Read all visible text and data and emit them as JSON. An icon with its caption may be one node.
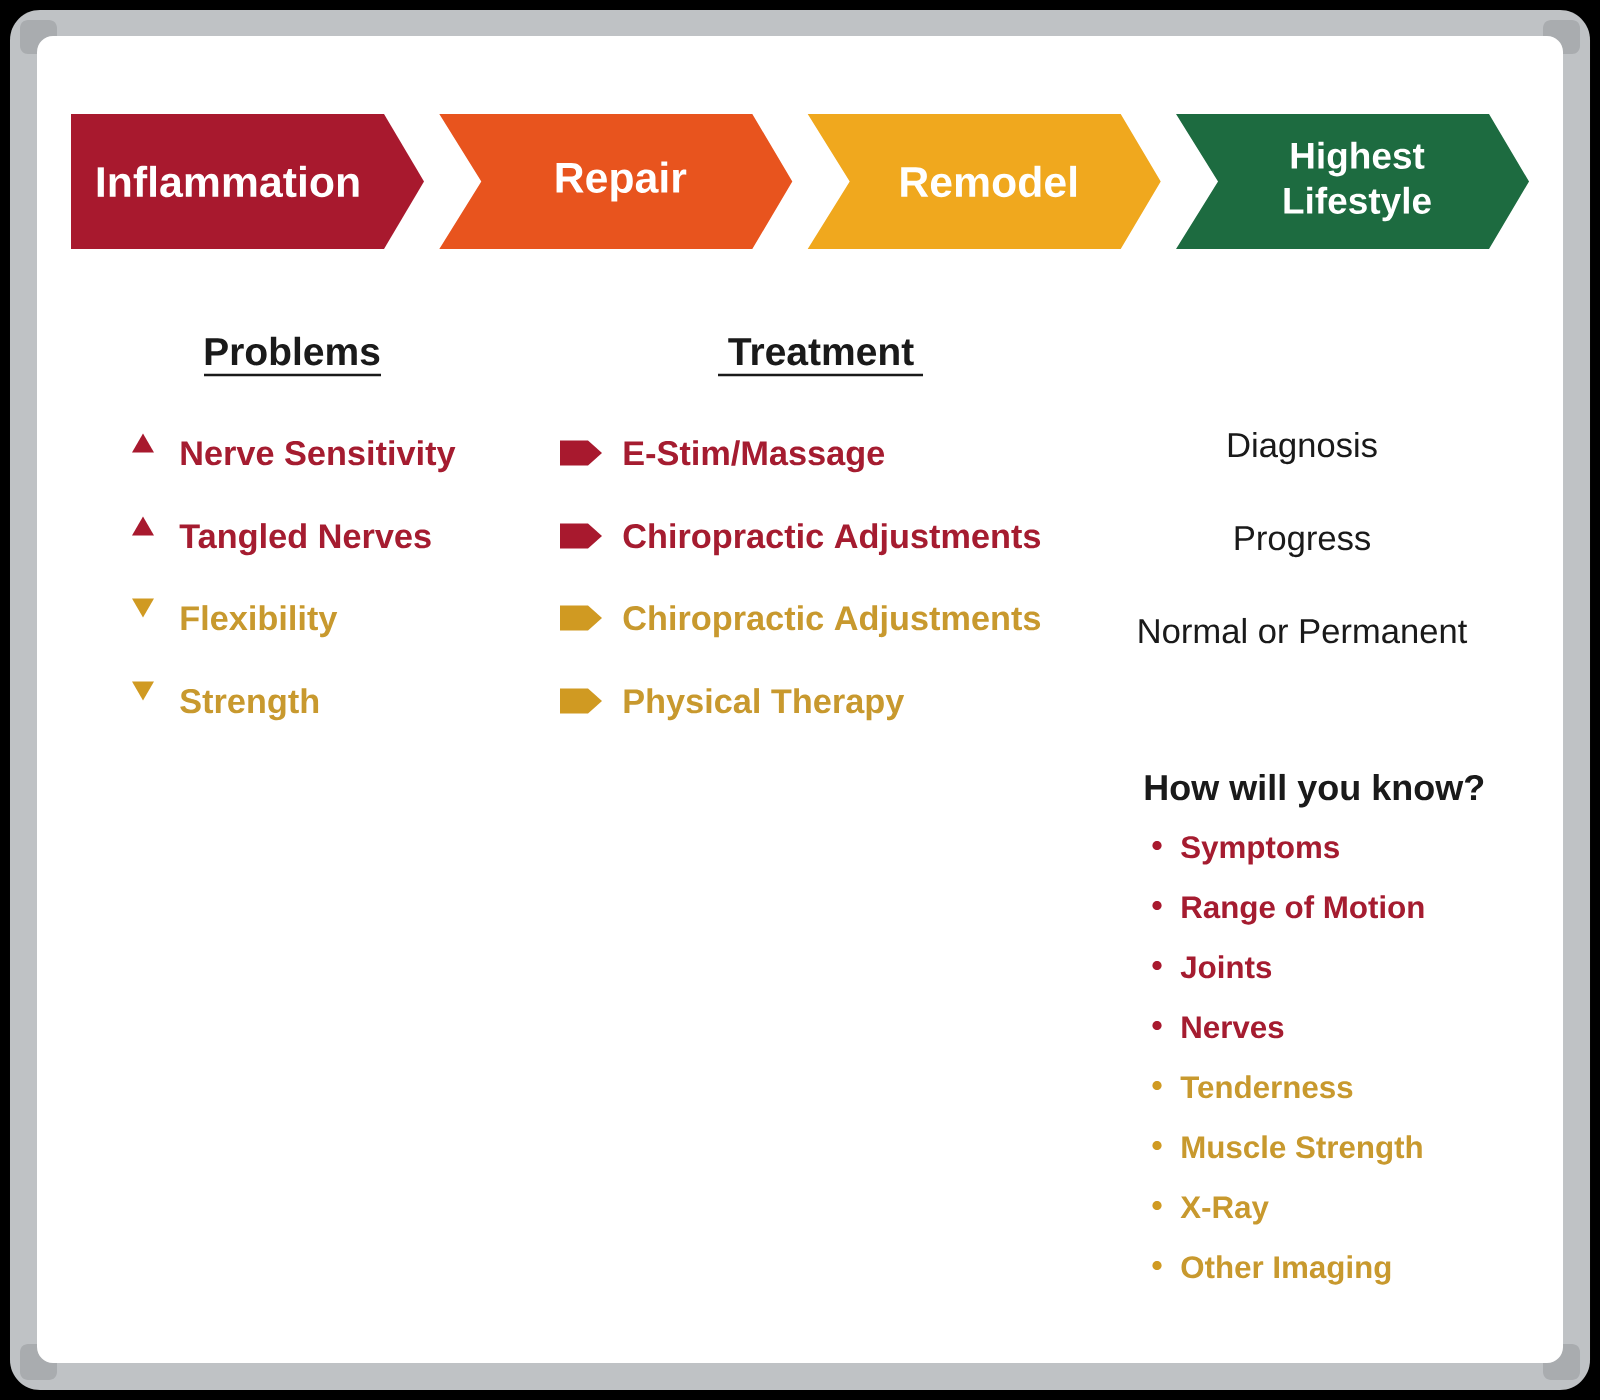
{
  "diagram": {
    "nodes": [
      {
        "text": [
          "Inflammation"
        ]
      },
      {
        "text": [
          "Repair"
        ]
      },
      {
        "text": [
          "Remodel"
        ]
      },
      {
        "text": [
          "Highest Lifestyle"
        ]
      }
    ],
    "labels": [
      "Problems",
      "Treatment",
      "Nerve Sensitivity",
      "E-Stim/Massage",
      "Diagnosis",
      "Tangled Nerves",
      "Chiropractic Adjustments",
      "Progress",
      "Flexibility",
      "Chiropractic Adjustments",
      "Normal or Permanent",
      "Strength",
      "Physical Therapy",
      "How will you know?",
      "Symptoms",
      "Range of Motion",
      "Joints",
      "Nerves",
      "Tenderness",
      "Muscle Strength",
      "X-Ray",
      "Other Imaging"
    ]
  }
}
